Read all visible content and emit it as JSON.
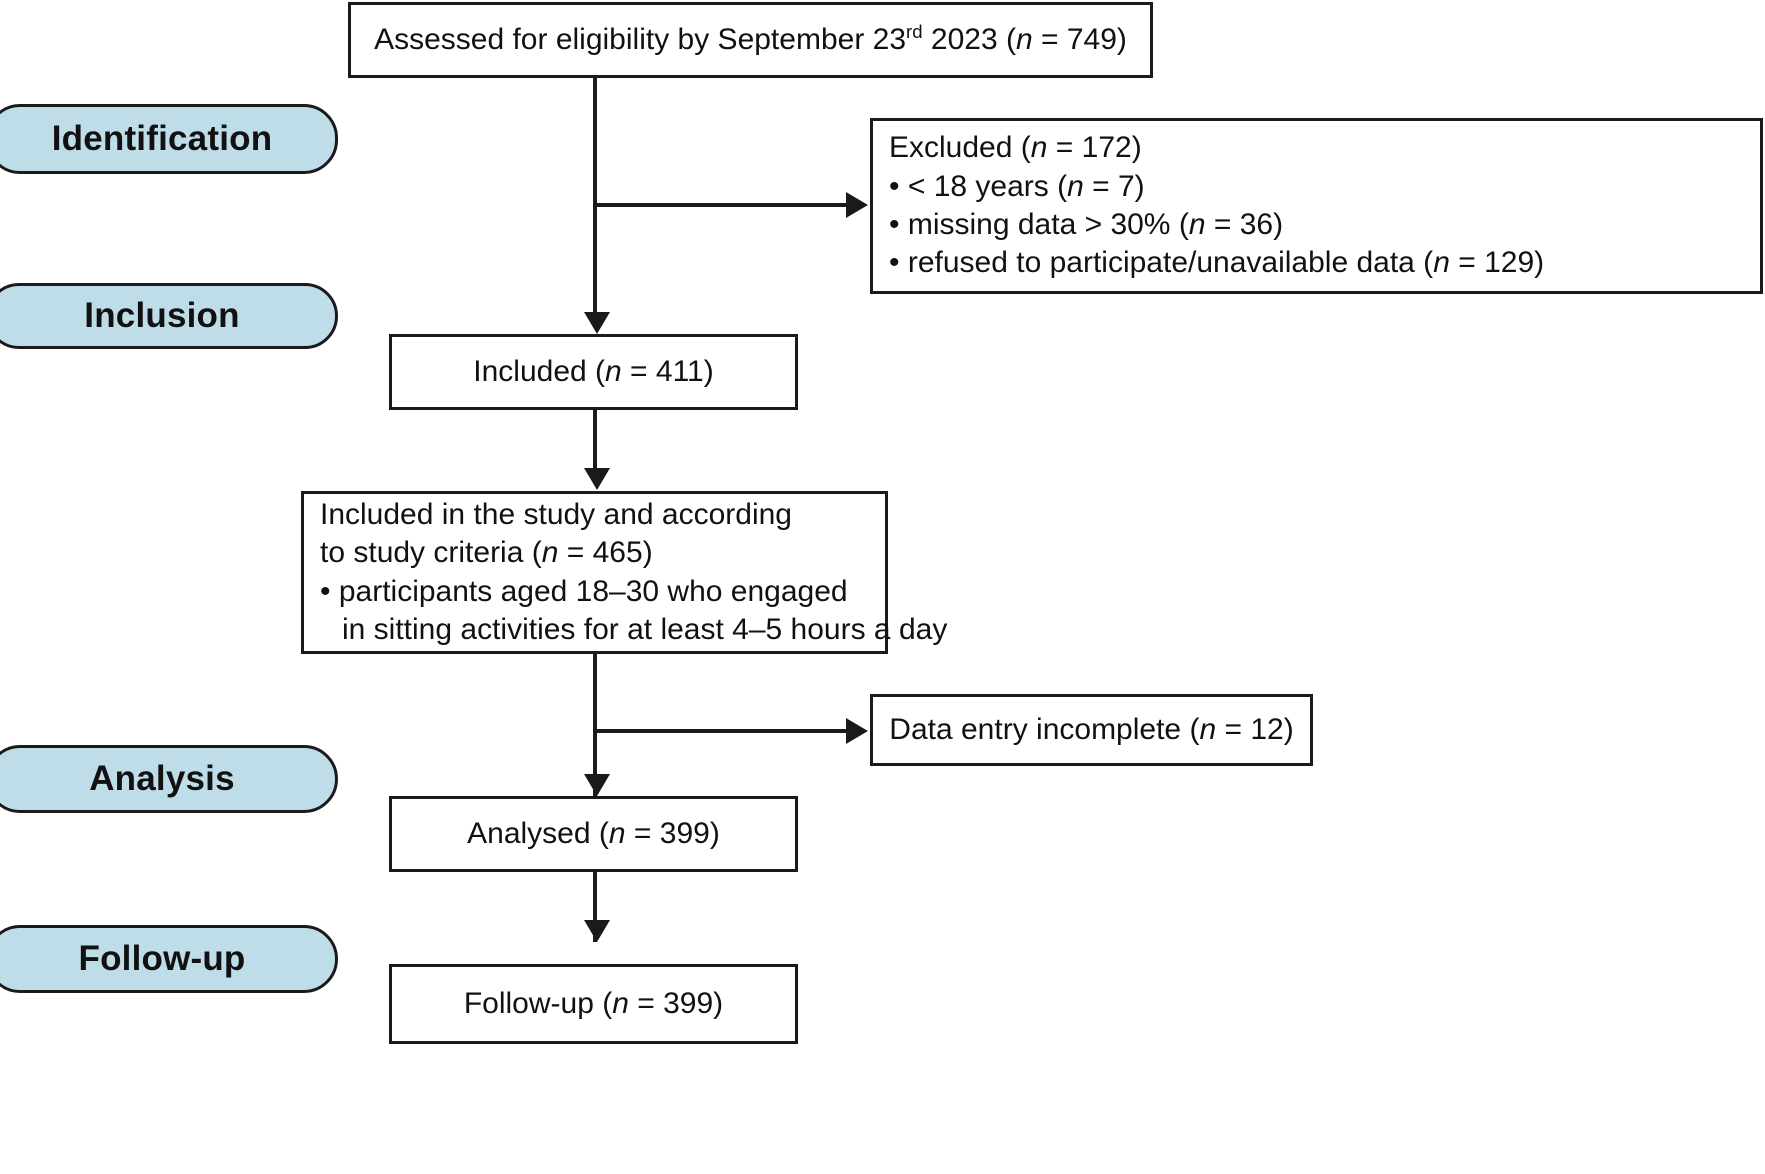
{
  "figure": {
    "type": "flow-diagram",
    "title": "Participant flow diagram",
    "accent_color": "#bfdde8",
    "line_color": "#1a1a1a",
    "background_color": "#ffffff"
  },
  "stages": [
    {
      "id": "identification",
      "label": "Identification"
    },
    {
      "id": "inclusion",
      "label": "Inclusion"
    },
    {
      "id": "analysis",
      "label": "Analysis"
    },
    {
      "id": "follow_up",
      "label": "Follow-up"
    }
  ],
  "boxes": {
    "assessed": {
      "prefix": "Assessed for eligibility by September 23",
      "ordinal": "rd",
      "suffix_year": " 2023 (",
      "n_symbol": "n",
      "equals": " = ",
      "n_value": "749",
      "close": ")"
    },
    "excluded": {
      "heading_prefix": "Excluded (",
      "n_symbol": "n",
      "equals": " = ",
      "heading_n": "172",
      "close": ")",
      "bullets": [
        {
          "text_before": "• < 18 years (",
          "n_symbol": "n",
          "equals": " = ",
          "n_value": "7",
          "close": ")"
        },
        {
          "text_before": "• missing data > 30% (",
          "n_symbol": "n",
          "equals": " = ",
          "n_value": "36",
          "close": ")"
        },
        {
          "text_before": "• refused to participate/unavailable data (",
          "n_symbol": "n",
          "equals": " = ",
          "n_value": "129",
          "close": ")"
        }
      ]
    },
    "included": {
      "text_before": "Included (",
      "n_symbol": "n",
      "equals": " = ",
      "n_value": "411",
      "close": ")"
    },
    "included_criteria": {
      "line1": "Included in the study and according",
      "line2_before": "to study criteria (",
      "n_symbol": "n",
      "equals": " = ",
      "n_value": "465",
      "close": ")",
      "bullet1": "• participants aged 18–30 who engaged",
      "bullet1_cont": "in sitting activities for at least 4–5 hours a day"
    },
    "data_entry_incomplete": {
      "text_before": "Data entry incomplete (",
      "n_symbol": "n",
      "equals": " = ",
      "n_value": "12",
      "close": ")"
    },
    "analysed": {
      "text_before": "Analysed (",
      "n_symbol": "n",
      "equals": " = ",
      "n_value": "399",
      "close": ")"
    },
    "followup": {
      "text_before": "Follow-up (",
      "n_symbol": "n",
      "equals": " = ",
      "n_value": "399",
      "close": ")"
    }
  }
}
